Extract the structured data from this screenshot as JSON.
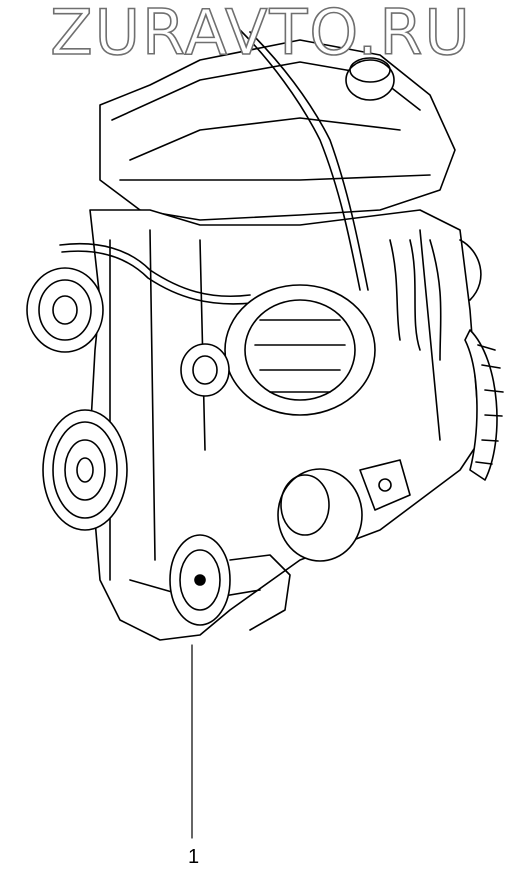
{
  "watermark": "ZURAVTO.RU",
  "callouts": [
    {
      "label": "1",
      "part": "engine-assembly"
    }
  ]
}
